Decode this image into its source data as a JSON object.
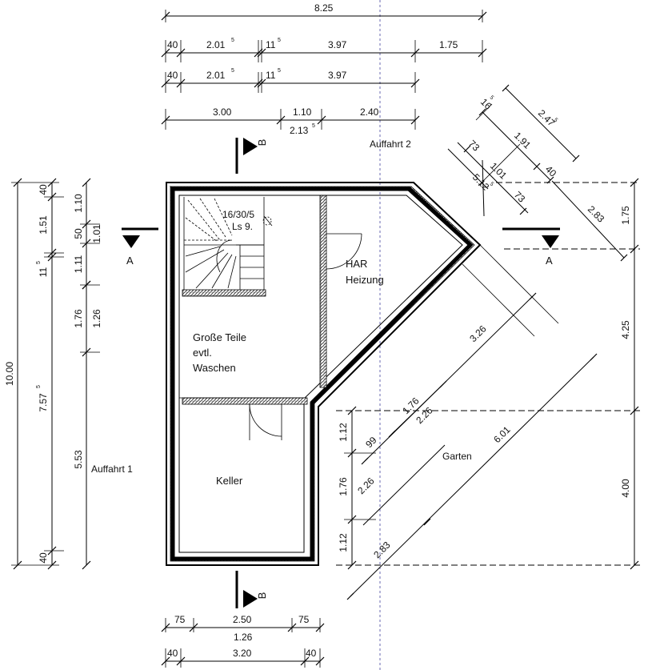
{
  "top_dims": {
    "overall": "8.25",
    "row2": [
      "40",
      "2.01",
      "5",
      "11",
      "5",
      "3.97",
      "1.75"
    ],
    "row3": [
      "40",
      "2.01",
      "5",
      "11",
      "5",
      "3.97"
    ],
    "row4": [
      "3.00",
      "1.10",
      "2.40"
    ],
    "row4_sub": "2.13",
    "row4_sub_sup": "5"
  },
  "diag_dims": [
    "16",
    "5",
    "2.47",
    "5",
    "1.91",
    "73",
    "1.01",
    "40",
    "5.12",
    "5",
    "73",
    "2.83"
  ],
  "left_dims": {
    "overall": "10.00",
    "outer": [
      "40",
      "1.51",
      "11",
      "5",
      "7.57",
      "5",
      "40"
    ],
    "inner": [
      "1.10",
      "50",
      "1.01",
      "1.11",
      "1.76",
      "1.26",
      "5.53"
    ]
  },
  "right_dims": [
    "1.75",
    "4.25",
    "4.00"
  ],
  "bottom_dims": {
    "row1": [
      "75",
      "2.50",
      "75"
    ],
    "row1_sub": "1.26",
    "row2": [
      "40",
      "3.20",
      "40"
    ]
  },
  "lower_dims": [
    "1.12",
    "1.76",
    "1.12",
    "99",
    "1.76",
    "2.26",
    "2.26",
    "3.26",
    "6.01",
    "2.83"
  ],
  "rooms": {
    "har_line1": "HAR",
    "har_line2": "Heizung",
    "grosse_line1": "Große Teile",
    "grosse_line2": "evtl.",
    "grosse_line3": "Waschen",
    "keller": "Keller",
    "garten": "Garten",
    "stair_note1": "16/30/5",
    "stair_note2": "Ls 9."
  },
  "labels": {
    "auffahrt1": "Auffahrt 1",
    "auffahrt2": "Auffahrt 2"
  },
  "sections": {
    "a": "A",
    "b": "B"
  }
}
